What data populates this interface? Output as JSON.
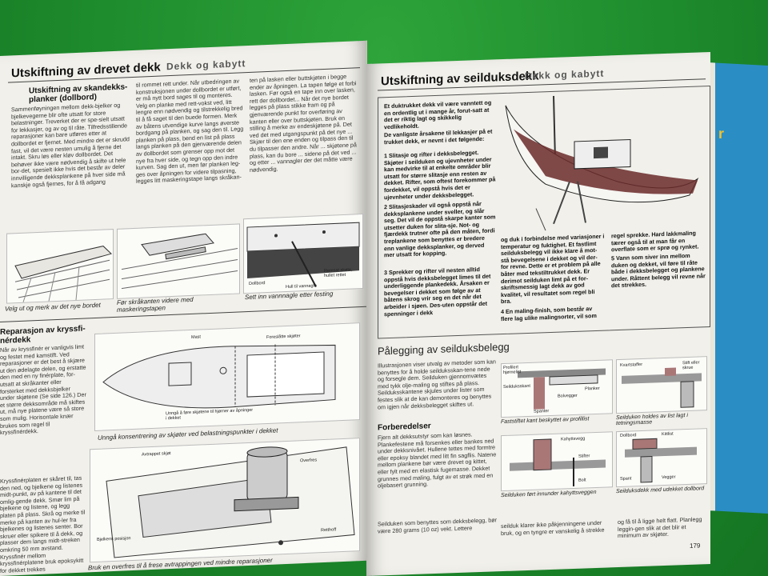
{
  "left_page": {
    "title": "Utskiftning av drevet dekk",
    "subtitle": "Dekk og kabytt",
    "section1_heading": "Utskiftning av skandekks-planker (dollbord)",
    "col1_text": "Sammenføyningen mellom dekk-bjelker og bjelkevegerne blir ofte utsatt for store belastninger. Treverket der er spe-sielt utsatt for lekkasjer, og av og til råte. Tilfredsstillende reparasjoner kan bare utføres etter at dollbordet er fjernet. Med mindre det er skrudd fast, vil det være nesten umulig å fjerne det intakt. Skru løs eller kløv dollbordet. Det behøver ikke være nødvendig å skifte ut hele bor-det, spesielt ikke hvis det består av deler innvilligende dekksplankene på hver side må kanskje også fjernes, for å få adgang",
    "col2_text": "til rommet rett under. Når utbedringen av konstruksjonen under dollbordet er utført, er må nytt bord sages til og monteres. Velg en planke med rett-vokst ved, litt lengre enn nødvendig og tilstrekkelig bred til å få saget til den buede formen. Merk av båtens utvendige kurve langs øverste bordgang på planken, og sag den til. Legg planken på plass, bend en list på plass langs planken på den gjenværende delen av dollbordet som grenser opp mot det nye fra hver side, og tegn opp den indre kurven. Sag den ut, men før planken leg-ges over åpningen for videre tilpasning, legges litt maskeringstape langs skråkan-",
    "col3_text": "ten på lasken eller buttskjøten i begge ender av åpningen. La tapen følge et forbi lasken. Før også en tape inn over lasken, rett der dollbordet... Når det nye bordet legges på plass stikke fram og på gjenværende punkt for overføring av kanten eller over buttskjøten. Bruk en stilling å merke av endeskjøtene på. Det ved det med utgangspunkt på det nye ... Skjær til den ene enden og tilpass den til du tilpasser den andre. Når ... skjøtene på plass, kan du bore ... sidene på det ved ... og etter ... vannagler der det måtte være nødvendig.",
    "fig1_caption": "Velg ut og merk av det nye bordet",
    "fig2_caption": "Før skråkanten videre med maskeringstapen",
    "fig3_caption": "Sett inn vannnagle etter festing",
    "fig3_label_a": "Dollbord",
    "fig3_label_b": "Hull til vannagle",
    "fig3_label_c": "Remsat skøte, hullet rettet",
    "section2_heading": "Reparasjon av kryssfi-nérdekk",
    "section2_text": "Når av kryssfinér er vanligvis limt og festet med kamstift. Ved reparasjoner er det best å skjære ut den ødelagte delen, og erstatte den med en ny finérplate, for-utsatt at skråkanter eller forsterket med dekksbjelker under skjøtene (Se side 126.) Der et større dekksområde må skiftes ut, må nye platene være så store som mulig. Horisontale knær brukes som regel til kryssfinérdekk.",
    "section2_text_b": "Kryssfinérplaten er skåret til, tas den ned, og bjelkene og listenes midt-punkt, av på kantene til det omlig-gende dekk. Smør lim på bjelkene og listene, og legg platen på plass. Skrå og merke til merke på kanten av hul-ler fra bjelkenes og listenes senter. Bor skruer eller spikere til å dekk, og plasser dem langs midt-streken omkring 50 mm avstand. Kryssfinér mellom kryssfinérplatene bruk epoksykitt for dekket trekkes",
    "fig4_label_mast": "Mast",
    "fig4_label_skjot": "Foreslåtte skjøter",
    "fig4_label_avoid": "Unngå å føre skjøtene til hjørner av åpninger i dekket",
    "fig4_caption": "Unngå konsentrering av skjøter ved belastningspunkter i dekket",
    "fig5_label_avtrappet": "Avtrappet skjøt",
    "fig5_label_overfres": "Overfres",
    "fig5_label_bjelke": "Bjelkens posisjon",
    "fig5_label_retthoff": "Retthoff",
    "fig5_caption": "Bruk en overfres til å frese avtrappingen ved mindre reparasjoner"
  },
  "right_page": {
    "title": "Utskiftning av seilduksdekk",
    "subtitle": "Dekk og kabytt",
    "intro_text": "Et duktrukket dekk vil være vanntett og en ordentlig ut i mange år, forut-satt at det er riktig lagt og skikkelig vedlikeholdt.",
    "intro_text_b": "De vanligste årsakene til lekkasjer på et trukket dekk, er nevnt i det følgende:",
    "item1": "1  Slitasje og rifter i dekksbelegget. Skjøter i seilduken og ujevnheter under kan medvirke til at enkelte områder blir utsatt for større slitasje enn resten av dekket. Rifter, som oftest forekommer på fordekket, vil oppstå hvis det er ujevnheter under dekksbelegget.",
    "item2": "2  Slitasjeskader vil også oppstå når dekksplankene under sveller, og slår seg. Det vil de oppstå skarpe kanter som utsetter duken for slita-sje. Not- og fjærdekk trutner ofte på den måten, fordi treplankene som benyttes er bredere enn vanlige dekksplanker, og derved mer utsatt for kopping.",
    "item3": "3  Sprekker og rifter vil nesten alltid oppstå hvis dekksbelegget limes til det underliggende plankedekk. Årsaken er bevegelser i dekket som følge av at båtens skrog vrir seg en det når det arbeider i sjøen. Des-uten oppstår det spenninger i dekk",
    "col2_text": "og duk i forbindelse med variasjoner i temperatur og fuktighet. Et fastlimt seilduksbelegg vil ikke klare å mot-stå bevegelsene i dekket og vil der-for revne. Dette er et problem på alle båter med tekstiltrukket dekk. Er derimot seilduken limt på et for-skriftsmessig lagt dekk av god kvalitet, vil resultatet som regel bli bra.",
    "item4": "4  En maling-finish, som består av flere lag ulike malingsorter, vil som",
    "col3_text": "regel sprekke. Hard lakkmaling tærer også til at man får en overflate som er sprø og rynket.",
    "item5": "5  Vann som siver inn mellom duken og dekket, vil føre til råte både i dekksbelegget og plankene under. Råttent belegg vil revne når det strekkes.",
    "section_heading": "Pålegging av seilduksbelegg",
    "section_text": "Illustrasjonen viser utvalg av metoder som kan benyttes for å holde seilduksskan-tene nede og forsegle dem. Seilduken gjennomvætes med tykk olje-maling og stiftes på plass. Seilduksskantene skjules under lister som festes slik at de kan demonteres og benyttes om igjen når dekksbelegget skiftes ut.",
    "prep_heading": "Forberedelser",
    "prep_text": "Fjern alt dekksutstyr som kan løsnes. Plankefestene må forsenkes eller bankes ned under dekksnivået. Hullene tettes med formtre eller epoksy blandet med litt fin sagflis. Natene mellom plankene bør være drevet og kittet, eller fylt med en elastisk fugemasse. Dekket grunnes med maling, fulgt av et strøk med en oljebasert grunning.",
    "prep_text_b": "Seilduken som benyttes som dekksbelegg, bør være 280 grams (10 oz) vekt. Lettere",
    "bottom_mid": "seilduk klarer ikke påkjenningene under bruk, og en tyngre er vanskelig å strekke",
    "bottom_right": "og få til å ligge helt flatt. Planlegg leggin-gen slik at det blir et minimum av skjøter.",
    "det1_caption": "Faststiftet kant beskyttet av profillist",
    "det1_labels": [
      "Profilert hjørnelist",
      "Seilduksskant",
      "Planker",
      "Bolvegger",
      "Spanter"
    ],
    "det2_caption": "Seilduken holdes av list lagt i tetningsmasse",
    "det2_labels": [
      "Kvartstaffer",
      "Stift eller skrue"
    ],
    "det3_caption": "Seilduken ført innunder kahyttsveggen",
    "det3_labels": [
      "Kahyttsvegg",
      "Stifter",
      "Bolt"
    ],
    "det4_caption": "Seilduksdekk med udekket dollbord",
    "det4_labels": [
      "Dollbord",
      "Kittlist",
      "Spant",
      "Vegger"
    ],
    "page_number": "179"
  },
  "cover_letter": "r"
}
